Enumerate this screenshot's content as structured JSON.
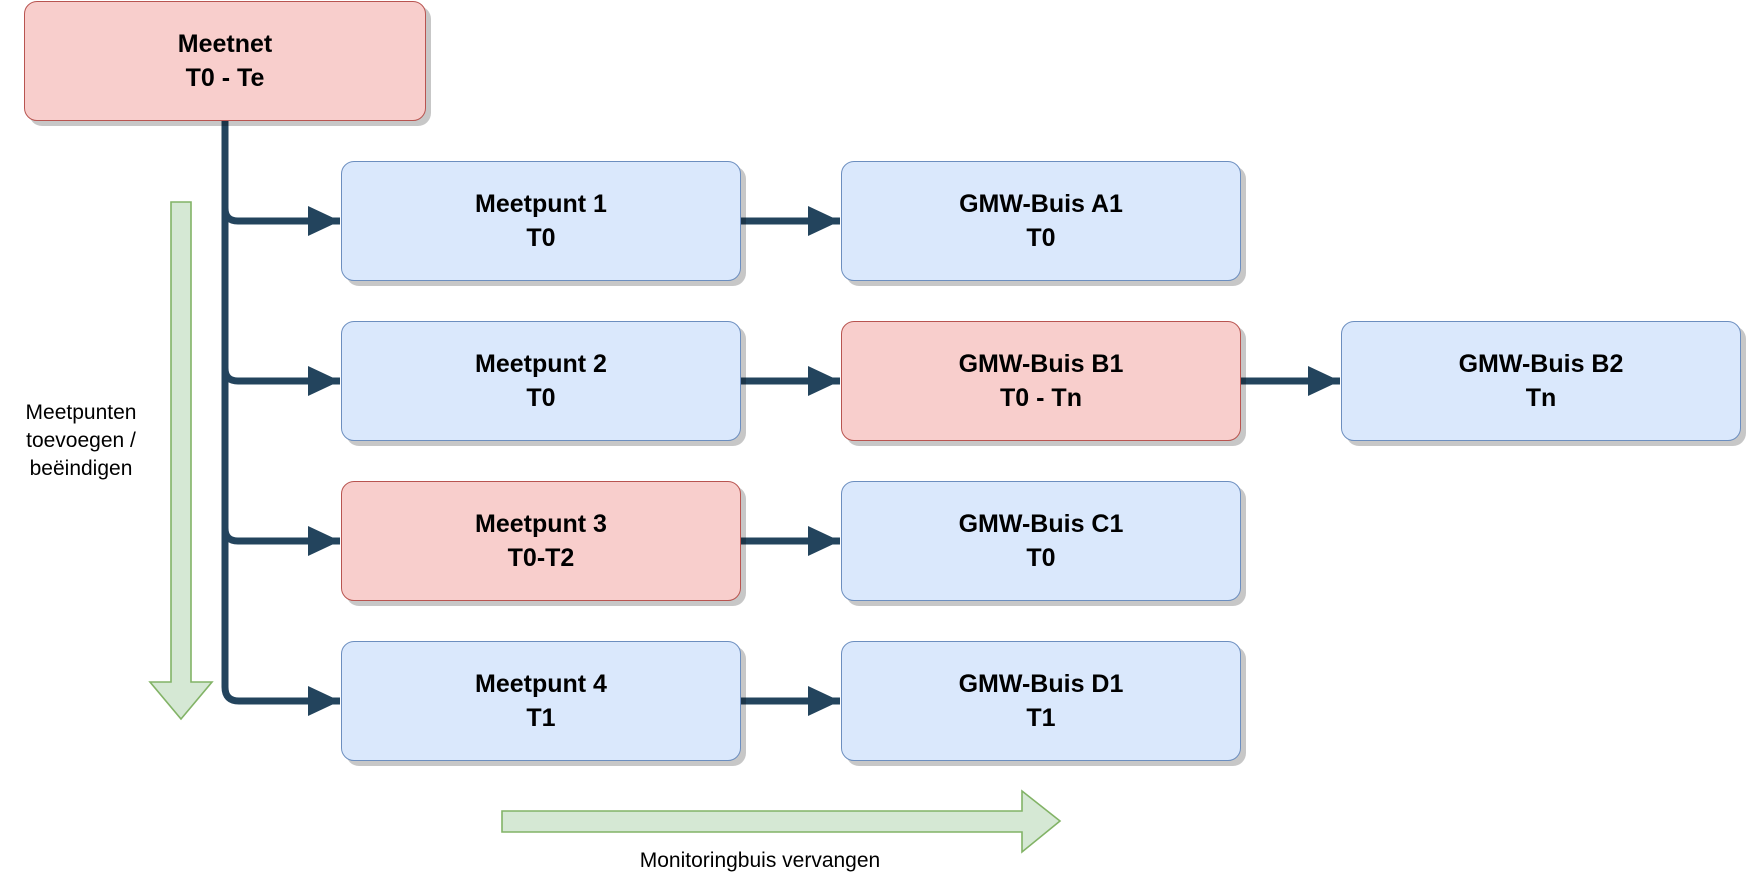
{
  "diagram": {
    "root": {
      "title": "Meetnet",
      "period": "T0 - Te",
      "status": "red"
    },
    "meetpunten": [
      {
        "title": "Meetpunt 1",
        "period": "T0",
        "status": "blue",
        "buizen": [
          {
            "title": "GMW-Buis A1",
            "period": "T0",
            "status": "blue"
          }
        ]
      },
      {
        "title": "Meetpunt 2",
        "period": "T0",
        "status": "blue",
        "buizen": [
          {
            "title": "GMW-Buis B1",
            "period": "T0 - Tn",
            "status": "red"
          },
          {
            "title": "GMW-Buis B2",
            "period": "Tn",
            "status": "blue"
          }
        ]
      },
      {
        "title": "Meetpunt 3",
        "period": "T0-T2",
        "status": "red",
        "buizen": [
          {
            "title": "GMW-Buis C1",
            "period": "T0",
            "status": "blue"
          }
        ]
      },
      {
        "title": "Meetpunt 4",
        "period": "T1",
        "status": "blue",
        "buizen": [
          {
            "title": "GMW-Buis D1",
            "period": "T1",
            "status": "blue"
          }
        ]
      }
    ],
    "labels": {
      "vertical_arrow": [
        "Meetpunten",
        "toevoegen /",
        "beëindigen"
      ],
      "horizontal_arrow": "Monitoringbuis vervangen"
    },
    "colors": {
      "active_fill": "#dae8fc",
      "active_stroke": "#6c8ebf",
      "ended_fill": "#f8cecc",
      "ended_stroke": "#b85450",
      "connector": "#23445d",
      "flow_arrow_fill": "#d5e8d4",
      "flow_arrow_stroke": "#82b366"
    }
  }
}
